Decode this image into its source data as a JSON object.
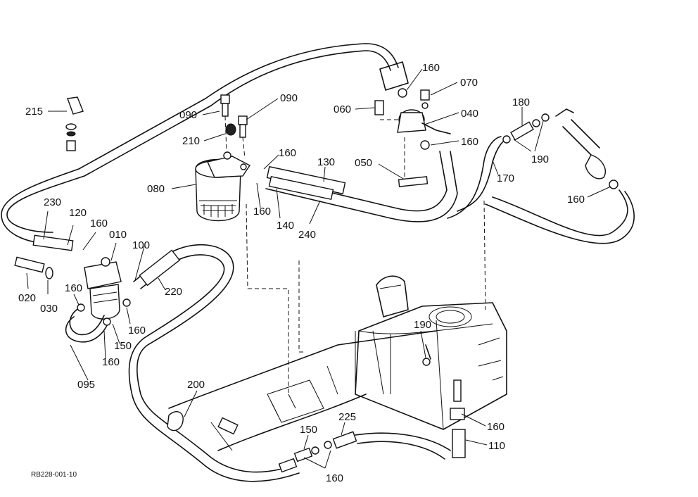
{
  "diagram_code": "RB228-001-10",
  "part_labels": [
    {
      "id": "215",
      "text": "215"
    },
    {
      "id": "230",
      "text": "230"
    },
    {
      "id": "120",
      "text": "120"
    },
    {
      "id": "160a",
      "text": "160"
    },
    {
      "id": "010",
      "text": "010"
    },
    {
      "id": "020",
      "text": "020"
    },
    {
      "id": "030",
      "text": "030"
    },
    {
      "id": "160b",
      "text": "160"
    },
    {
      "id": "160c",
      "text": "160"
    },
    {
      "id": "150a",
      "text": "150"
    },
    {
      "id": "160d",
      "text": "160"
    },
    {
      "id": "095",
      "text": "095"
    },
    {
      "id": "100",
      "text": "100"
    },
    {
      "id": "220",
      "text": "220"
    },
    {
      "id": "090a",
      "text": "090"
    },
    {
      "id": "090b",
      "text": "090"
    },
    {
      "id": "210",
      "text": "210"
    },
    {
      "id": "080",
      "text": "080"
    },
    {
      "id": "160e",
      "text": "160"
    },
    {
      "id": "160f",
      "text": "160"
    },
    {
      "id": "140",
      "text": "140"
    },
    {
      "id": "130",
      "text": "130"
    },
    {
      "id": "240",
      "text": "240"
    },
    {
      "id": "050",
      "text": "050"
    },
    {
      "id": "060",
      "text": "060"
    },
    {
      "id": "160g",
      "text": "160"
    },
    {
      "id": "070",
      "text": "070"
    },
    {
      "id": "040",
      "text": "040"
    },
    {
      "id": "160h",
      "text": "160"
    },
    {
      "id": "180",
      "text": "180"
    },
    {
      "id": "190a",
      "text": "190"
    },
    {
      "id": "170",
      "text": "170"
    },
    {
      "id": "160i",
      "text": "160"
    },
    {
      "id": "190b",
      "text": "190"
    },
    {
      "id": "200",
      "text": "200"
    },
    {
      "id": "225",
      "text": "225"
    },
    {
      "id": "150b",
      "text": "150"
    },
    {
      "id": "160j",
      "text": "160"
    },
    {
      "id": "160k",
      "text": "160"
    },
    {
      "id": "110",
      "text": "110"
    }
  ]
}
